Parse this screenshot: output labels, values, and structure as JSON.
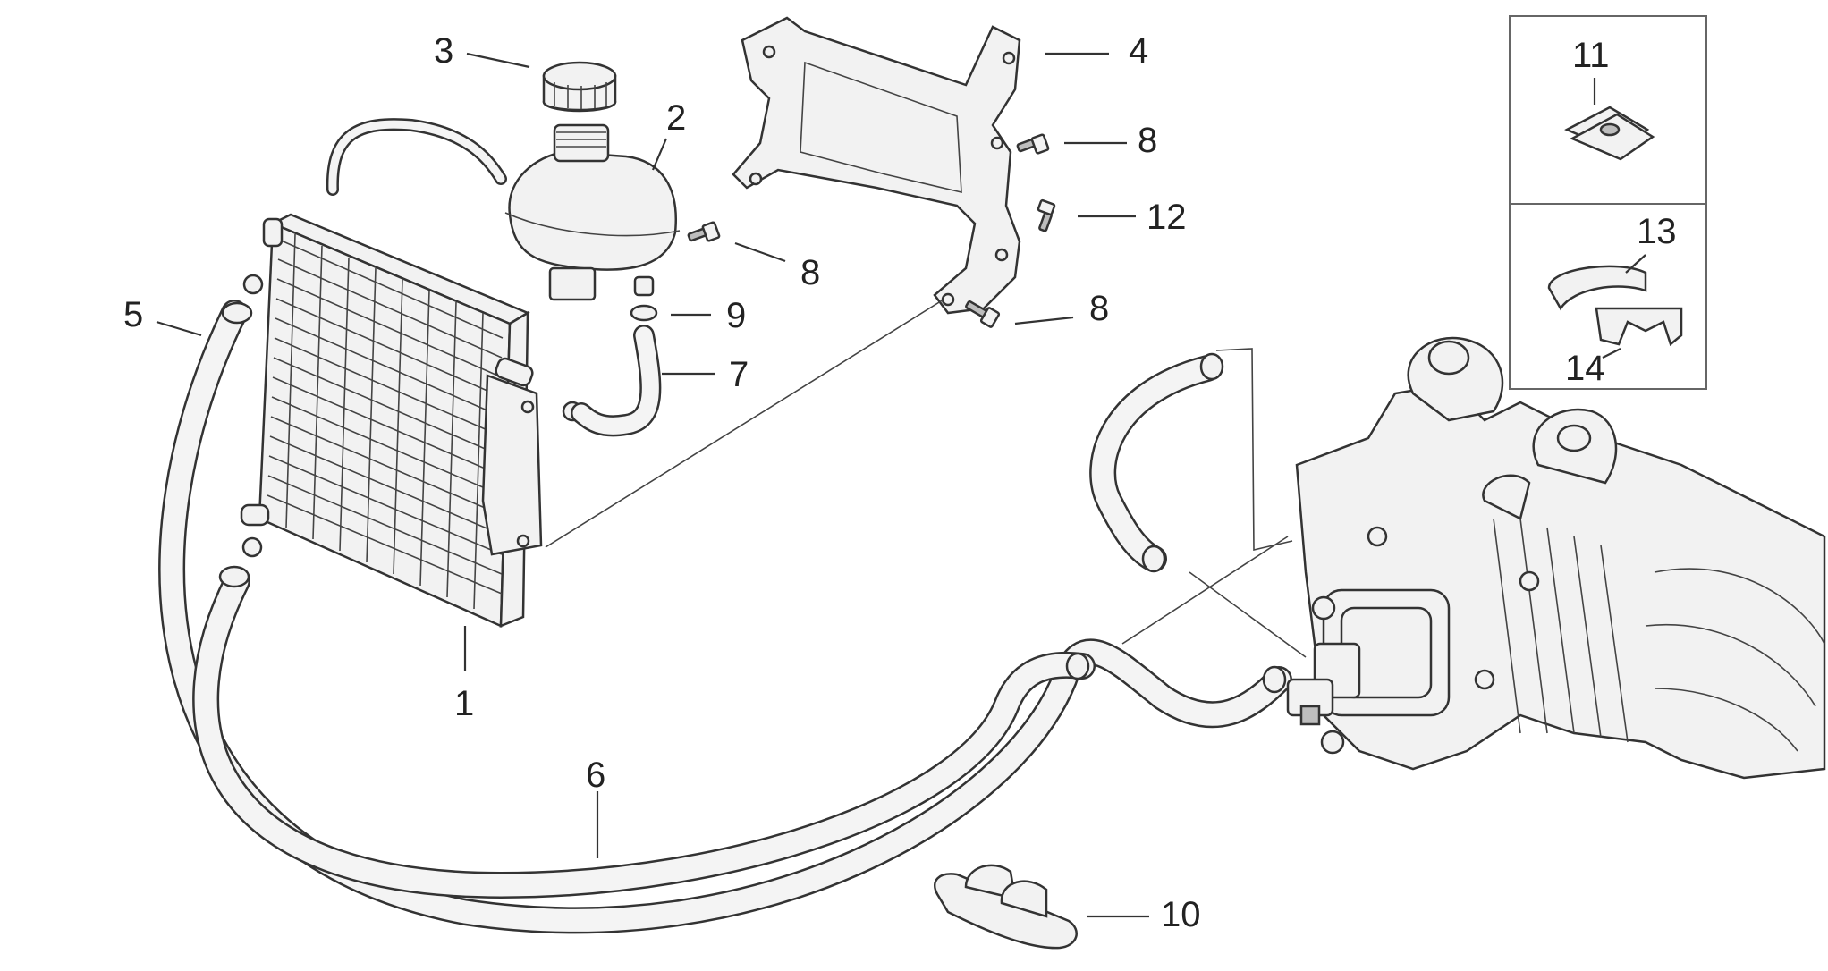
{
  "callouts": [
    {
      "id": "c1",
      "label": "1"
    },
    {
      "id": "c2",
      "label": "2"
    },
    {
      "id": "c3",
      "label": "3"
    },
    {
      "id": "c4",
      "label": "4"
    },
    {
      "id": "c5",
      "label": "5"
    },
    {
      "id": "c6",
      "label": "6"
    },
    {
      "id": "c7",
      "label": "7"
    },
    {
      "id": "c8a",
      "label": "8"
    },
    {
      "id": "c8b",
      "label": "8"
    },
    {
      "id": "c8c",
      "label": "8"
    },
    {
      "id": "c9",
      "label": "9"
    },
    {
      "id": "c10",
      "label": "10"
    },
    {
      "id": "c11",
      "label": "11"
    },
    {
      "id": "c12",
      "label": "12"
    },
    {
      "id": "c13",
      "label": "13"
    },
    {
      "id": "c14",
      "label": "14"
    }
  ]
}
